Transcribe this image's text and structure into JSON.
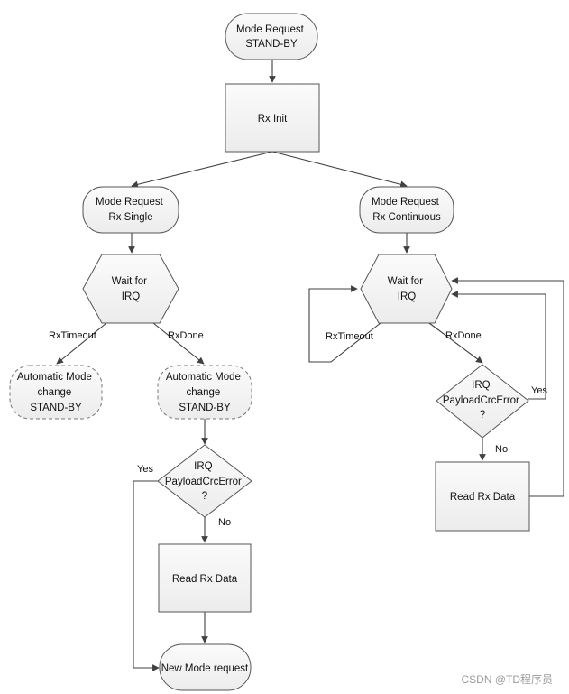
{
  "nodes": {
    "mode_request_standby": [
      "Mode Request",
      "STAND-BY"
    ],
    "rx_init": [
      "Rx Init"
    ],
    "mode_request_rx_single": [
      "Mode Request",
      "Rx Single"
    ],
    "mode_request_rx_continuous": [
      "Mode Request",
      "Rx Continuous"
    ],
    "wait_irq_single": [
      "Wait for",
      "IRQ"
    ],
    "wait_irq_continuous": [
      "Wait for",
      "IRQ"
    ],
    "auto_mode_timeout": [
      "Automatic Mode",
      "change",
      "STAND-BY"
    ],
    "auto_mode_done": [
      "Automatic Mode",
      "change",
      "STAND-BY"
    ],
    "crc_error_single": [
      "IRQ",
      "PayloadCrcError",
      "?"
    ],
    "crc_error_continuous": [
      "IRQ",
      "PayloadCrcError",
      "?"
    ],
    "read_rx_data_single": [
      "Read Rx Data"
    ],
    "read_rx_data_continuous": [
      "Read Rx Data"
    ],
    "new_mode_request": [
      "New Mode request"
    ]
  },
  "edge_labels": {
    "single_rx_timeout": "RxTimeout",
    "single_rx_done": "RxDone",
    "single_yes": "Yes",
    "single_no": "No",
    "continuous_rx_timeout": "RxTimeout",
    "continuous_rx_done": "RxDone",
    "continuous_yes": "Yes",
    "continuous_no": "No"
  },
  "watermark": "CSDN @TD程序员",
  "colors": {
    "fill": "#f2f2f2",
    "stroke": "#555555",
    "line": "#404040"
  }
}
